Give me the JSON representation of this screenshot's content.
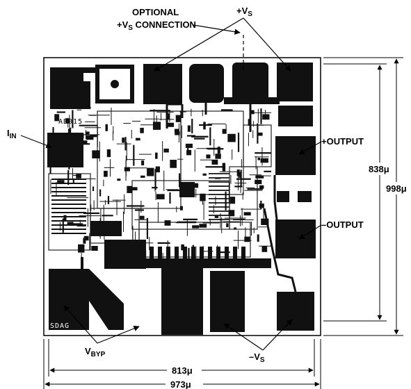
{
  "labels": {
    "optional_line1": "OPTIONAL",
    "optional_line2_prefix": "+V",
    "optional_line2_sub": "S",
    "optional_line2_suffix": " CONNECTION",
    "vs_plus_prefix": "+V",
    "vs_plus_sub": "S",
    "iin_main": "I",
    "iin_sub": "IN",
    "plus_output": "+OUTPUT",
    "minus_output": "–OUTPUT",
    "vbyp_main": "V",
    "vbyp_sub": "BYP",
    "vs_minus_prefix": "–V",
    "vs_minus_sub": "S",
    "chip_code": "AB015",
    "chip_mark": "SDAG"
  },
  "dimensions": {
    "inner_height": "838μ",
    "outer_height": "998μ",
    "inner_width": "813μ",
    "outer_width": "973μ"
  }
}
